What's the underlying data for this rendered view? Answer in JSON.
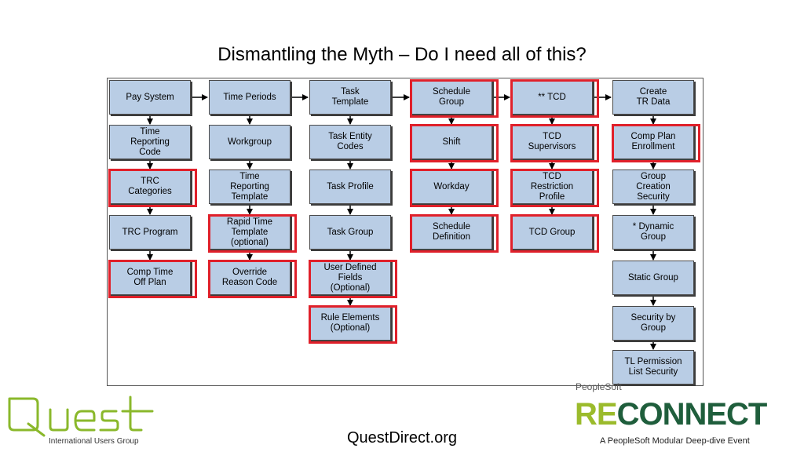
{
  "title": "Dismantling the Myth – Do I need all of this?",
  "footer_url": "QuestDirect.org",
  "colors": {
    "node_fill": "#b9cde5",
    "highlight": "#e0202a",
    "quest_green": "#8ab82b",
    "reconnect_green": "#9bbb2c",
    "reconnect_dark": "#1f5e3c"
  },
  "diagram": {
    "columns": [
      {
        "id": "col1",
        "nodes": [
          {
            "label": "Pay System",
            "highlighted": false
          },
          {
            "label": "Time\nReporting\nCode",
            "highlighted": false
          },
          {
            "label": "TRC\nCategories",
            "highlighted": true
          },
          {
            "label": "TRC Program",
            "highlighted": false
          },
          {
            "label": "Comp Time\nOff Plan",
            "highlighted": true
          }
        ]
      },
      {
        "id": "col2",
        "nodes": [
          {
            "label": "Time Periods",
            "highlighted": false
          },
          {
            "label": "Workgroup",
            "highlighted": false
          },
          {
            "label": "Time\nReporting\nTemplate",
            "highlighted": false
          },
          {
            "label": "Rapid Time\nTemplate\n(optional)",
            "highlighted": true
          },
          {
            "label": "Override\nReason Code",
            "highlighted": true
          }
        ]
      },
      {
        "id": "col3",
        "nodes": [
          {
            "label": "Task\nTemplate",
            "highlighted": false
          },
          {
            "label": "Task Entity\nCodes",
            "highlighted": false
          },
          {
            "label": "Task Profile",
            "highlighted": false
          },
          {
            "label": "Task Group",
            "highlighted": false
          },
          {
            "label": "User Defined\nFields\n(Optional)",
            "highlighted": true
          },
          {
            "label": "Rule Elements\n(Optional)",
            "highlighted": true
          }
        ]
      },
      {
        "id": "col4",
        "nodes": [
          {
            "label": "Schedule\nGroup",
            "highlighted": true
          },
          {
            "label": "Shift",
            "highlighted": true
          },
          {
            "label": "Workday",
            "highlighted": true
          },
          {
            "label": "Schedule\nDefinition",
            "highlighted": true
          }
        ]
      },
      {
        "id": "col5",
        "nodes": [
          {
            "label": "** TCD",
            "highlighted": true
          },
          {
            "label": "TCD\nSupervisors",
            "highlighted": true
          },
          {
            "label": "TCD\nRestriction\nProfile",
            "highlighted": true
          },
          {
            "label": "TCD Group",
            "highlighted": true
          }
        ]
      },
      {
        "id": "col6",
        "nodes": [
          {
            "label": "Create\nTR Data",
            "highlighted": false
          },
          {
            "label": "Comp Plan\nEnrollment",
            "highlighted": true
          },
          {
            "label": "Group\nCreation\nSecurity",
            "highlighted": false
          },
          {
            "label": "* Dynamic\nGroup",
            "highlighted": false
          },
          {
            "label": "Static Group",
            "highlighted": false
          },
          {
            "label": "Security by\nGroup",
            "highlighted": false
          },
          {
            "label": "TL Permission\nList Security",
            "highlighted": false
          }
        ]
      }
    ]
  },
  "logos": {
    "quest_word": "Quest",
    "quest_tagline": "International Users Group",
    "peoplesoft": "PeopleSoft",
    "reconnect_part1": "RE",
    "reconnect_part2": "CONNECT",
    "reconnect_tagline": "A PeopleSoft Modular Deep-dive Event"
  }
}
